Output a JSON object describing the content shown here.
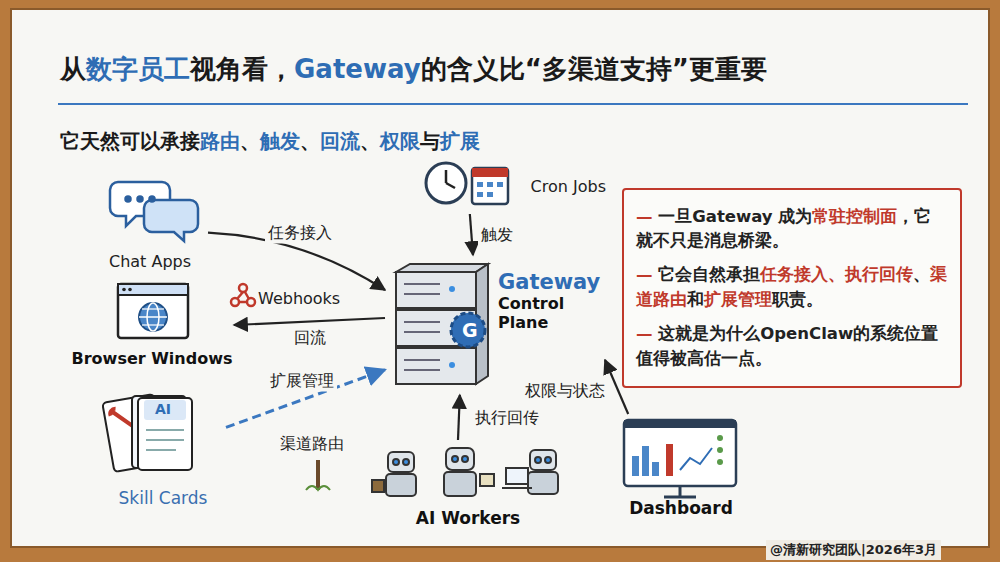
{
  "diagram": {
    "title": "从数字员工视角看，Gateway的含义比“多渠道支持”更重要",
    "caption": "它天然可以承接路由、触发、回流、权限与扩展",
    "nodes": [
      {
        "text": [
          "Chat Apps"
        ]
      },
      {
        "text": [
          "Browser Windows"
        ]
      },
      {
        "text": [
          "Skill Cards"
        ]
      },
      {
        "text": [
          "Cron Jobs"
        ]
      },
      {
        "text": [
          "Gateway",
          "Control Plane"
        ]
      },
      {
        "text": [
          "AI Workers"
        ]
      },
      {
        "text": [
          "Dashboard"
        ]
      },
      {
        "text": [
          "— 一旦Gateway 成为常驻控制面，它就不只是消息桥梁。",
          "— 它会自然承担任务接入、执行回传、渠道路由和扩展管理职责。",
          "— 这就是为什么OpenClaw的系统位置值得被高估一点。"
        ]
      }
    ],
    "edges": [
      {
        "from": 0,
        "to": 4,
        "label": "任务接入",
        "arrow": "to"
      },
      {
        "from": 4,
        "to": 1,
        "label": "回流",
        "arrow": "to"
      },
      {
        "from": 2,
        "to": 4,
        "label": "扩展管理",
        "arrow": "to"
      },
      {
        "from": 3,
        "to": 4,
        "label": "触发",
        "arrow": "to"
      },
      {
        "from": 6,
        "to": 4,
        "label": "权限与状态",
        "arrow": "to"
      },
      {
        "from": 5,
        "to": 4,
        "label": "执行回传",
        "arrow": "to"
      }
    ],
    "labels": [
      "Webhooks",
      "AI",
      "G",
      "渠道路由",
      "@清新研究团队|2026年3月"
    ]
  }
}
